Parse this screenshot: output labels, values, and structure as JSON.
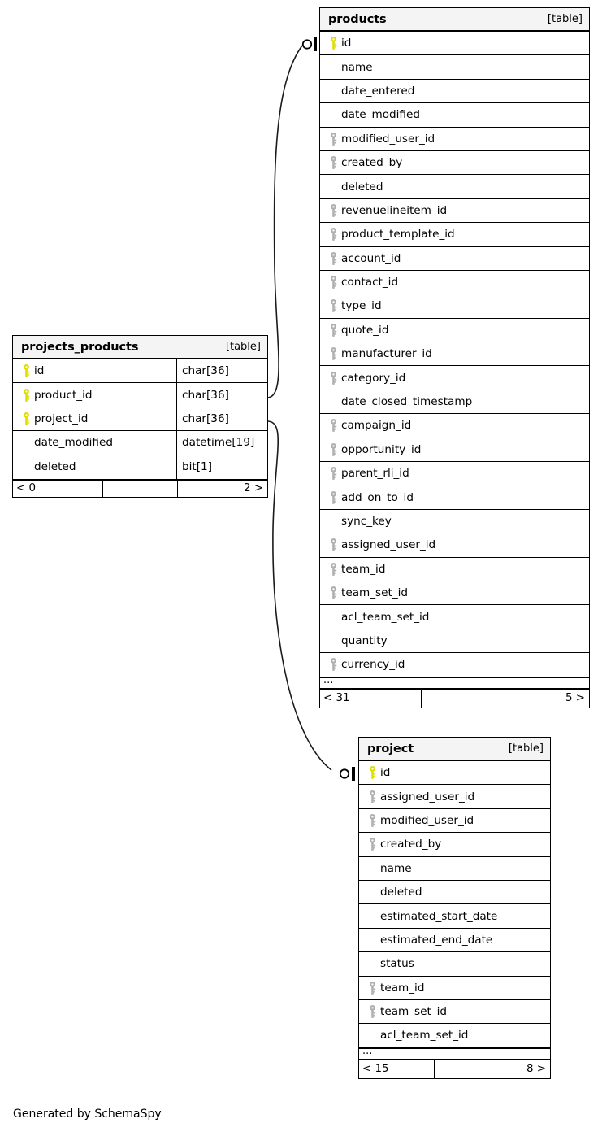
{
  "diagram": {
    "type": "entity-relationship-diagram",
    "credit": "Generated by SchemaSpy",
    "table_tag": "[table]",
    "ellipsis": "...",
    "key_icon_pk": "key-icon-primary",
    "key_icon_fk": "key-icon-foreign",
    "colors": {
      "primary_key": "#dede00",
      "foreign_key": "#b0b0b0",
      "header_background": "#f4f4f4",
      "border": "#000000",
      "background": "#ffffff"
    }
  },
  "tables": [
    {
      "id": "products",
      "name": "products",
      "tag": "[table]",
      "show_types": false,
      "columns": [
        {
          "name": "id",
          "key": "pk",
          "type": ""
        },
        {
          "name": "name",
          "key": "none",
          "type": ""
        },
        {
          "name": "date_entered",
          "key": "none",
          "type": ""
        },
        {
          "name": "date_modified",
          "key": "none",
          "type": ""
        },
        {
          "name": "modified_user_id",
          "key": "fk",
          "type": ""
        },
        {
          "name": "created_by",
          "key": "fk",
          "type": ""
        },
        {
          "name": "deleted",
          "key": "none",
          "type": ""
        },
        {
          "name": "revenuelineitem_id",
          "key": "fk",
          "type": ""
        },
        {
          "name": "product_template_id",
          "key": "fk",
          "type": ""
        },
        {
          "name": "account_id",
          "key": "fk",
          "type": ""
        },
        {
          "name": "contact_id",
          "key": "fk",
          "type": ""
        },
        {
          "name": "type_id",
          "key": "fk",
          "type": ""
        },
        {
          "name": "quote_id",
          "key": "fk",
          "type": ""
        },
        {
          "name": "manufacturer_id",
          "key": "fk",
          "type": ""
        },
        {
          "name": "category_id",
          "key": "fk",
          "type": ""
        },
        {
          "name": "date_closed_timestamp",
          "key": "none",
          "type": ""
        },
        {
          "name": "campaign_id",
          "key": "fk",
          "type": ""
        },
        {
          "name": "opportunity_id",
          "key": "fk",
          "type": ""
        },
        {
          "name": "parent_rli_id",
          "key": "fk",
          "type": ""
        },
        {
          "name": "add_on_to_id",
          "key": "fk",
          "type": ""
        },
        {
          "name": "sync_key",
          "key": "none",
          "type": ""
        },
        {
          "name": "assigned_user_id",
          "key": "fk",
          "type": ""
        },
        {
          "name": "team_id",
          "key": "fk",
          "type": ""
        },
        {
          "name": "team_set_id",
          "key": "fk",
          "type": ""
        },
        {
          "name": "acl_team_set_id",
          "key": "none",
          "type": ""
        },
        {
          "name": "quantity",
          "key": "none",
          "type": ""
        },
        {
          "name": "currency_id",
          "key": "fk",
          "type": ""
        }
      ],
      "has_ellipsis": true,
      "footer": {
        "left": "< 31",
        "middle": "",
        "right": "5 >"
      }
    },
    {
      "id": "projects_products",
      "name": "projects_products",
      "tag": "[table]",
      "show_types": true,
      "columns": [
        {
          "name": "id",
          "key": "pk",
          "type": "char[36]"
        },
        {
          "name": "product_id",
          "key": "pk",
          "type": "char[36]"
        },
        {
          "name": "project_id",
          "key": "pk",
          "type": "char[36]"
        },
        {
          "name": "date_modified",
          "key": "none",
          "type": "datetime[19]"
        },
        {
          "name": "deleted",
          "key": "none",
          "type": "bit[1]"
        }
      ],
      "has_ellipsis": false,
      "footer": {
        "left": "< 0",
        "middle": "",
        "right": "2 >"
      }
    },
    {
      "id": "project",
      "name": "project",
      "tag": "[table]",
      "show_types": false,
      "columns": [
        {
          "name": "id",
          "key": "pk",
          "type": ""
        },
        {
          "name": "assigned_user_id",
          "key": "fk",
          "type": ""
        },
        {
          "name": "modified_user_id",
          "key": "fk",
          "type": ""
        },
        {
          "name": "created_by",
          "key": "fk",
          "type": ""
        },
        {
          "name": "name",
          "key": "none",
          "type": ""
        },
        {
          "name": "deleted",
          "key": "none",
          "type": ""
        },
        {
          "name": "estimated_start_date",
          "key": "none",
          "type": ""
        },
        {
          "name": "estimated_end_date",
          "key": "none",
          "type": ""
        },
        {
          "name": "status",
          "key": "none",
          "type": ""
        },
        {
          "name": "team_id",
          "key": "fk",
          "type": ""
        },
        {
          "name": "team_set_id",
          "key": "fk",
          "type": ""
        },
        {
          "name": "acl_team_set_id",
          "key": "none",
          "type": ""
        }
      ],
      "has_ellipsis": true,
      "footer": {
        "left": "< 15",
        "middle": "",
        "right": "8 >"
      }
    }
  ],
  "relationships": [
    {
      "from_table": "projects_products",
      "from_column": "product_id",
      "to_table": "products",
      "to_column": "id",
      "notation": "zero-or-one"
    },
    {
      "from_table": "projects_products",
      "from_column": "project_id",
      "to_table": "project",
      "to_column": "id",
      "notation": "zero-or-one"
    }
  ]
}
